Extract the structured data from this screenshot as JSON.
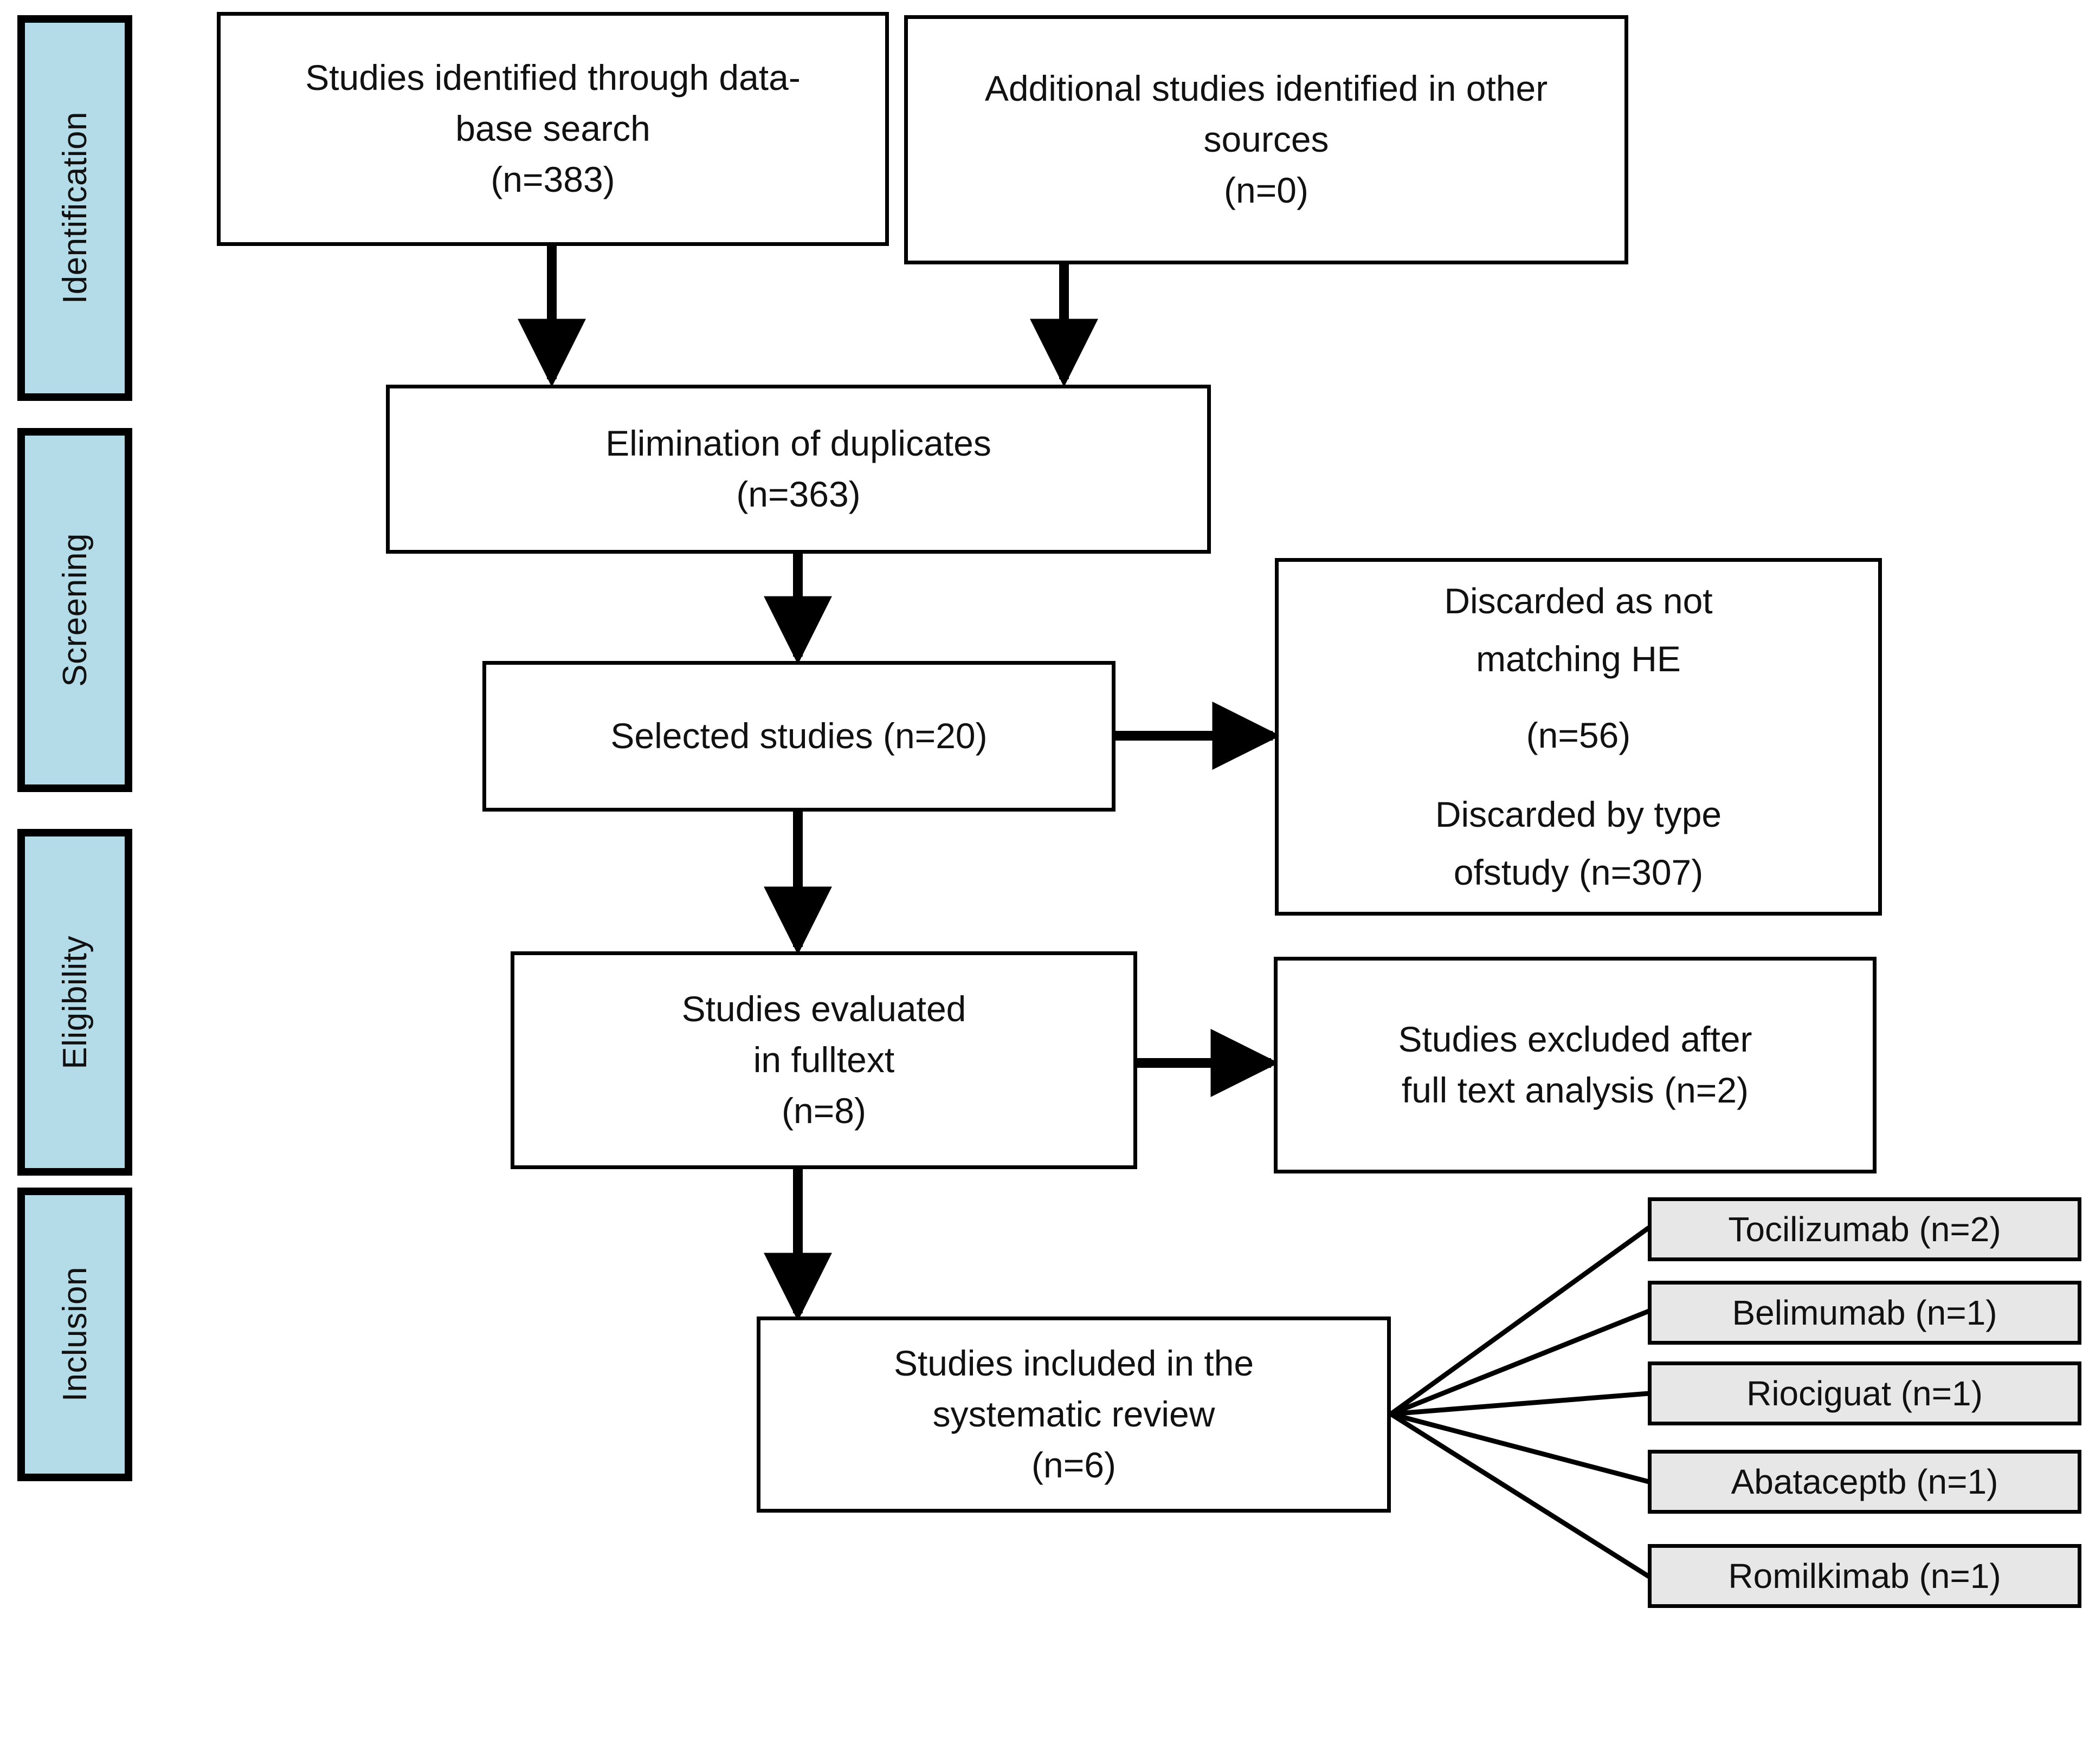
{
  "diagram": {
    "type": "prisma-flow-diagram",
    "stages": [
      {
        "id": "identification",
        "label": "Identification"
      },
      {
        "id": "screening",
        "label": "Screening"
      },
      {
        "id": "eligibility",
        "label": "Eligibility"
      },
      {
        "id": "inclusion",
        "label": "Inclusion"
      }
    ],
    "boxes": {
      "database_search": {
        "line1": "Studies identified through data-",
        "line2": "base search",
        "line3": "(n=383)",
        "n": 383
      },
      "other_sources": {
        "line1": "Additional studies identified in other",
        "line2": "sources",
        "line3": "(n=0)",
        "n": 0
      },
      "duplicates": {
        "line1": "Elimination of duplicates",
        "line2": "(n=363)",
        "n": 363
      },
      "selected": {
        "line1": "Selected studies (n=20)",
        "n": 20
      },
      "discarded": {
        "line1": "Discarded as not",
        "line2": "matching HE",
        "line3": "(n=56)",
        "line4": "Discarded by type",
        "line5": "ofstudy (n=307)",
        "n_not_matching": 56,
        "n_by_type": 307
      },
      "fulltext": {
        "line1": "Studies evaluated",
        "line2": "in fulltext",
        "line3": "(n=8)",
        "n": 8
      },
      "excluded_fulltext": {
        "line1": "Studies excluded after",
        "line2": "full text analysis (n=2)",
        "n": 2
      },
      "included": {
        "line1": "Studies included in the",
        "line2": "systematic review",
        "line3": "(n=6)",
        "n": 6
      }
    },
    "drugs": [
      {
        "label": "Tocilizumab (n=2)",
        "name": "Tocilizumab",
        "n": 2
      },
      {
        "label": "Belimumab (n=1)",
        "name": "Belimumab",
        "n": 1
      },
      {
        "label": "Riociguat (n=1)",
        "name": "Riociguat",
        "n": 1
      },
      {
        "label": "Abataceptb (n=1)",
        "name": "Abataceptb",
        "n": 1
      },
      {
        "label": "Romilkimab (n=1)",
        "name": "Romilkimab",
        "n": 1
      }
    ],
    "colors": {
      "stage_band_fill": "#b3dce8",
      "stage_band_border": "#000000",
      "box_fill": "#ffffff",
      "box_border": "#000000",
      "drug_fill": "#e7e7e7",
      "connector": "#000000",
      "text": "#111111"
    }
  }
}
